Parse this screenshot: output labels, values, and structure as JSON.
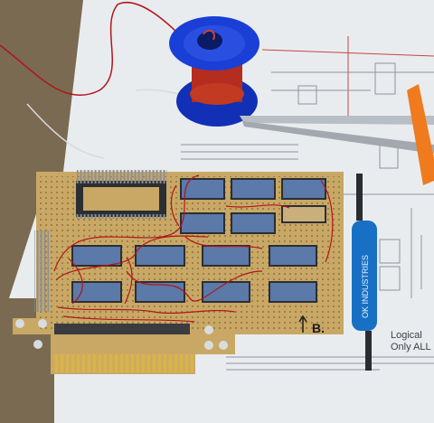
{
  "photo": {
    "board_marking": "B.",
    "schematic_text_line1": "Logical",
    "schematic_text_line2": "Only ALL",
    "tool_label": "OK INDUSTRIES"
  },
  "colors": {
    "desk": "#7a6a52",
    "paper": "#e9ecef",
    "pcb": "#c9a865",
    "wire": "#b0161b",
    "socket": "#5b79a9",
    "spool": "#1635c8",
    "tool": "#1770c4",
    "marker": "#f07a1e"
  }
}
